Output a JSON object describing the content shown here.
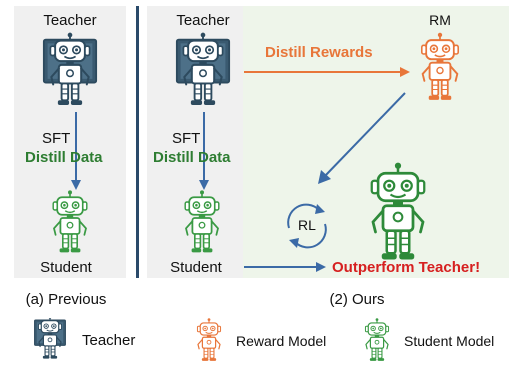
{
  "left_panel": {
    "teacher_label": "Teacher",
    "sft_label": "SFT",
    "distill_label": "Distill Data",
    "student_label": "Student",
    "caption": "(a) Previous"
  },
  "right_panel": {
    "teacher_label": "Teacher",
    "sft_label": "SFT",
    "distill_label": "Distill Data",
    "student_label": "Student",
    "rm_label": "RM",
    "distill_rewards_label": "Distill Rewards",
    "rl_label": "RL",
    "outperform_label": "Outperform Teacher!",
    "caption": "(2) Ours"
  },
  "legend": [
    {
      "label": "Teacher",
      "icon": "teacher-robot-icon"
    },
    {
      "label": "Reward Model",
      "icon": "reward-model-robot-icon"
    },
    {
      "label": "Student Model",
      "icon": "student-robot-icon"
    }
  ],
  "colors": {
    "teacher": "#2d4a5e",
    "teacher_screen": "#3a5a70",
    "reward": "#e8763a",
    "student": "#3a9a44",
    "distill_green": "#2e7d32",
    "outperform_red": "#d62020",
    "arrow_blue": "#3b6aa6",
    "panel_gray": "#f0f0f0",
    "panel_green": "#eef5ea",
    "divider": "#2a4a6a"
  }
}
